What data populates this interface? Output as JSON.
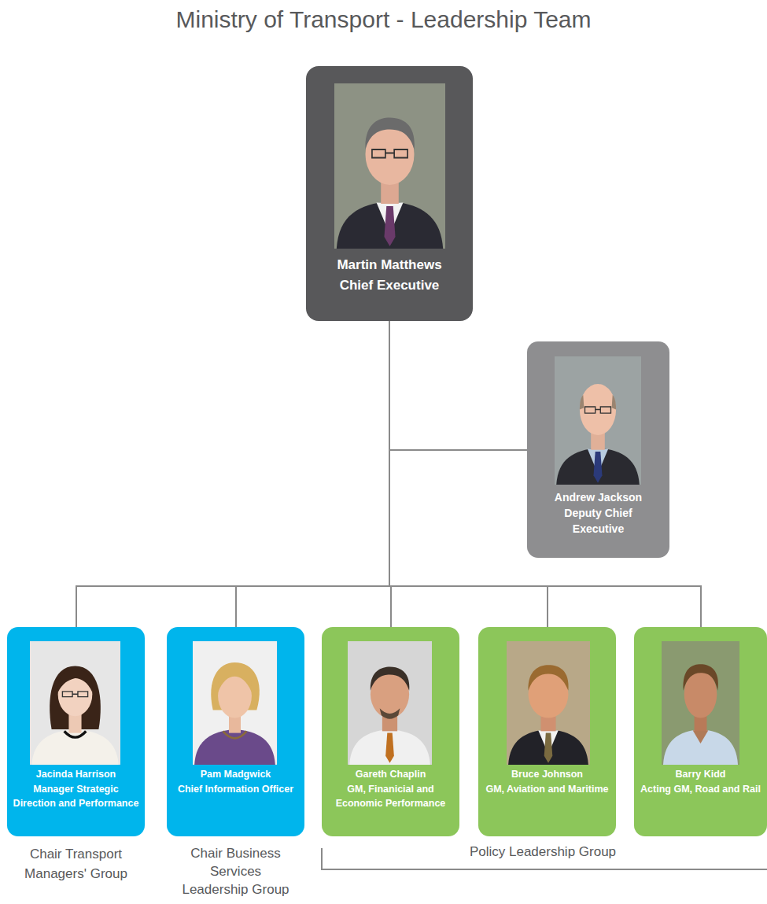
{
  "diagram": {
    "title": "Ministry of Transport - Leadership Team",
    "nodes": [
      {
        "text": [
          "Martin Matthews",
          "Chief Executive"
        ]
      },
      {
        "text": [
          "Andrew Jackson",
          "Deputy Chief Executive"
        ]
      },
      {
        "text": [
          "Jacinda Harrison",
          "Manager Strategic Direction and Performance",
          "Chair Transport Managers' Group"
        ]
      },
      {
        "text": [
          "Pam Madgwick",
          "Chief Information Officer",
          "Chair Business Services Leadership Group"
        ]
      },
      {
        "text": [
          "Gareth Chaplin",
          "GM, Finanicial and Economic Performance"
        ]
      },
      {
        "text": [
          "Bruce Johnson",
          "GM, Aviation and Maritime"
        ]
      },
      {
        "text": [
          "Barry Kidd",
          "Acting GM, Road and Rail"
        ]
      }
    ],
    "edges": [
      {
        "from": 0,
        "to": 1,
        "arrow": "none"
      },
      {
        "from": 0,
        "to": 2,
        "arrow": "none"
      },
      {
        "from": 0,
        "to": 3,
        "arrow": "none"
      },
      {
        "from": 0,
        "to": 4,
        "arrow": "none"
      },
      {
        "from": 0,
        "to": 5,
        "arrow": "none"
      },
      {
        "from": 0,
        "to": 6,
        "arrow": "none"
      }
    ],
    "labels": [
      "Policy Leadership Group"
    ]
  }
}
